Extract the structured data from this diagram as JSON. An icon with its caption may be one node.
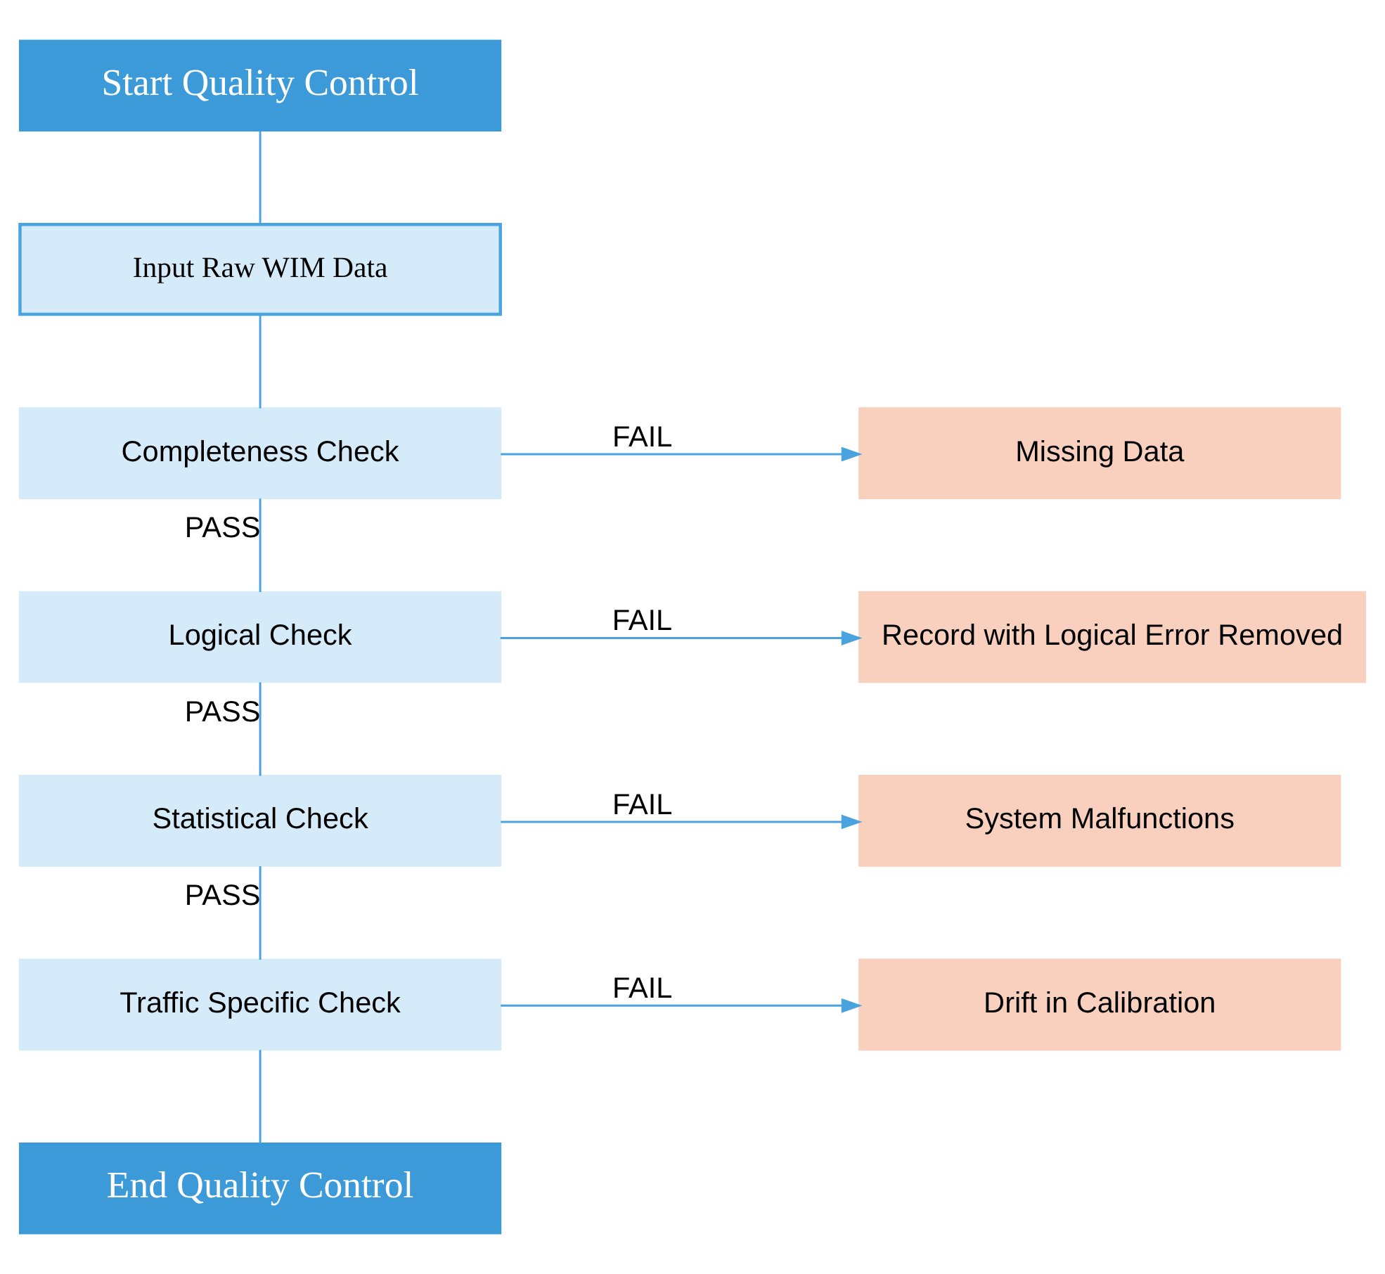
{
  "diagram": {
    "nodes": [
      {
        "text": [
          "Start Quality Control"
        ]
      },
      {
        "text": [
          "Input Raw WIM Data"
        ]
      },
      {
        "text": [
          "Completeness Check"
        ]
      },
      {
        "text": [
          "Missing Data"
        ]
      },
      {
        "text": [
          "Logical Check"
        ]
      },
      {
        "text": [
          "Record with Logical Error Removed"
        ]
      },
      {
        "text": [
          "Statistical Check"
        ]
      },
      {
        "text": [
          "System Malfunctions"
        ]
      },
      {
        "text": [
          "Traffic Specific Check"
        ]
      },
      {
        "text": [
          "Drift in Calibration"
        ]
      },
      {
        "text": [
          "End Quality Control"
        ]
      }
    ],
    "edges": [
      {
        "from": 0,
        "to": 1,
        "arrow": "none"
      },
      {
        "from": 1,
        "to": 2,
        "arrow": "none"
      },
      {
        "from": 2,
        "to": 3,
        "arrow": "to",
        "label": "FAIL"
      },
      {
        "from": 2,
        "to": 4,
        "arrow": "none",
        "label": "PASS"
      },
      {
        "from": 4,
        "to": 5,
        "arrow": "to",
        "label": "FAIL"
      },
      {
        "from": 4,
        "to": 6,
        "arrow": "none",
        "label": "PASS"
      },
      {
        "from": 6,
        "to": 7,
        "arrow": "to",
        "label": "FAIL"
      },
      {
        "from": 6,
        "to": 8,
        "arrow": "none",
        "label": "PASS"
      },
      {
        "from": 8,
        "to": 9,
        "arrow": "to",
        "label": "FAIL"
      },
      {
        "from": 8,
        "to": 10,
        "arrow": "none"
      }
    ]
  }
}
